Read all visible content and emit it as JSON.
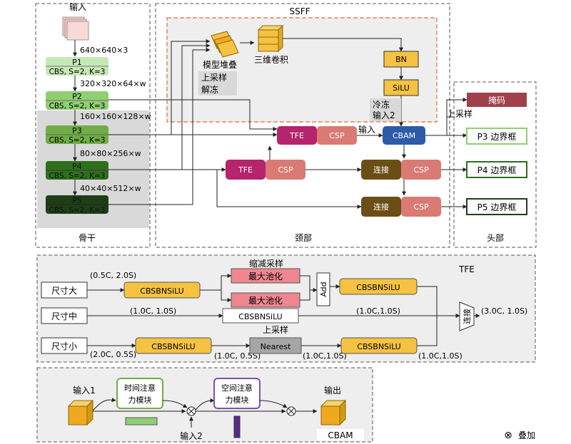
{
  "backbone": {
    "input_label": "输入",
    "dim_640": "640×640×3",
    "p1": {
      "name": "P1",
      "layer": "CBS, S=2, K=3"
    },
    "dim_320": "320×320×64×w",
    "p2": {
      "name": "P2",
      "layer": "CBS, S=2, K=3"
    },
    "dim_160": "160×160×128×w",
    "p3": {
      "name": "P3",
      "layer": "CBS, S=2, K=3"
    },
    "dim_80": "80×80×256×w",
    "p4": {
      "name": "P4",
      "layer": "CBS, S=2, K=3"
    },
    "dim_40": "40×40×512×w",
    "p5": {
      "name": "P5",
      "layer": "CBS, S=2, K=3"
    },
    "section_label": "骨干"
  },
  "neck": {
    "ssff_title": "SSFF",
    "stack_label": "模型堆叠",
    "upsample_label": "上采样",
    "unfreeze_label": "解冻",
    "conv3d_label": "三维卷积",
    "bn_label": "BN",
    "silu_label": "SiLU",
    "freeze_label": "冷冻",
    "input2_label": "输入2",
    "input_label": "输入",
    "cbam_label": "CBAM",
    "tfe_label": "TFE",
    "csp_label": "CSP",
    "concat_label": "连接",
    "section_label": "颈部"
  },
  "head": {
    "mask_label": "掩码",
    "upsample_label": "上采样",
    "p3_box": "P3 边界框",
    "p4_box": "P4 边界框",
    "p5_box": "P5 边界框",
    "section_label": "头部"
  },
  "tfe_detail": {
    "title": "TFE",
    "size_large": "尺寸大",
    "size_medium": "尺寸中",
    "size_small": "尺寸小",
    "scale_large": "(0.5C, 2.0S)",
    "scale_medium": "(1.0C, 1.0S)",
    "scale_small": "(2.0C, 0.5S)",
    "cbs_label": "CBSBNSiLU",
    "downsample_label": "缩减采样",
    "maxpool_label": "最大池化",
    "add_label": "Add",
    "scale_after_add": "(1.0C,1.0S)",
    "upsample_label": "上采样",
    "nearest_label": "Nearest",
    "scale_before_nearest": "(1.0C, 0.5S)",
    "scale_after_nearest": "(1.0C,1.0S)",
    "scale_small_out": "(1.0C,1.0S)",
    "concat_label": "连接",
    "output_scale": "(3.0C, 1.0S)"
  },
  "cbam_detail": {
    "input1_label": "输入1",
    "temporal_attention": "时间注意力模块",
    "spatial_attention": "空间注意力模块",
    "output_label": "输出",
    "input2_label": "输入2",
    "title": "CBAM"
  },
  "legend": {
    "symbol": "⊗",
    "label": "叠加"
  },
  "colors": {
    "light_green": "#c5e8b7",
    "mid_green": "#70ad47",
    "dark_green": "#2e6f1c",
    "darkest_green": "#1e3f16",
    "yellow": "#f5c242",
    "tfe": "#b5246c",
    "csp": "#d97a74",
    "cbam": "#2f5aa8",
    "concat": "#6b4e16",
    "maxpool": "#f08790",
    "mask": "#a0404a",
    "nearest": "#a6a6a6",
    "ssff_border": "#e46c3a"
  }
}
